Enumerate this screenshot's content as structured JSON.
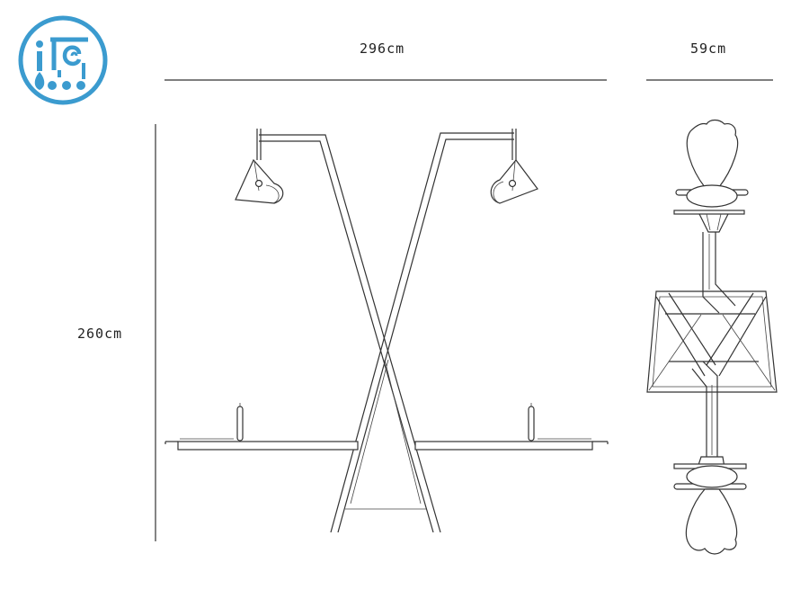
{
  "dimensions": {
    "width": "296cm",
    "depth": "59cm",
    "height": "260cm"
  },
  "colors": {
    "logo": "#3b9bcf",
    "line": "#333333",
    "background": "#ffffff"
  },
  "icons": {
    "logo": "brand-logo-icon"
  }
}
